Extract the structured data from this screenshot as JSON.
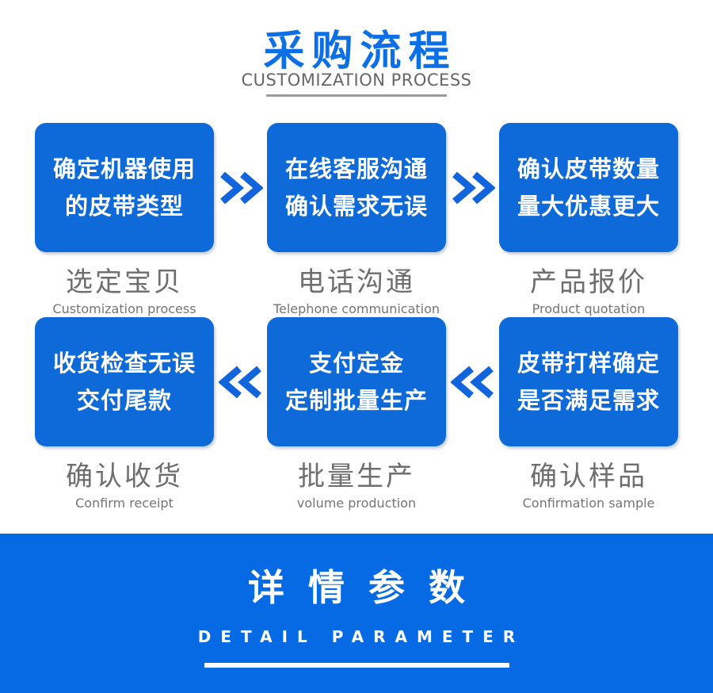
{
  "header": {
    "title": "采购流程",
    "subtitle": "CUSTOMIZATION PROCESS"
  },
  "flow": {
    "steps": [
      {
        "box_line1": "确定机器使用",
        "box_line2": "的皮带类型",
        "caption_zh": "选定宝贝",
        "caption_en": "Customization process"
      },
      {
        "box_line1": "在线客服沟通",
        "box_line2": "确认需求无误",
        "caption_zh": "电话沟通",
        "caption_en": "Telephone communication"
      },
      {
        "box_line1": "确认皮带数量",
        "box_line2": "量大优惠更大",
        "caption_zh": "产品报价",
        "caption_en": "Product quotation"
      },
      {
        "box_line1": "收货检查无误",
        "box_line2": "交付尾款",
        "caption_zh": "确认收货",
        "caption_en": "Confirm receipt"
      },
      {
        "box_line1": "支付定金",
        "box_line2": "定制批量生产",
        "caption_zh": "批量生产",
        "caption_en": "volume production"
      },
      {
        "box_line1": "皮带打样确定",
        "box_line2": "是否满足需求",
        "caption_zh": "确认样品",
        "caption_en": "Confirmation sample"
      }
    ],
    "icons": {
      "row1_arrow": "double-chevron-right",
      "row2_arrow": "double-chevron-left"
    }
  },
  "banner": {
    "title": "详情参数",
    "subtitle": "DETAIL PARAMETER"
  },
  "colors": {
    "title_blue": "#0d6fe6",
    "box_blue": "#0e69d9",
    "arrow_blue": "#1164dc",
    "banner_blue": "#056ae4",
    "caption_gray": "#6e6e6e",
    "subtitle_gray": "#666666"
  }
}
